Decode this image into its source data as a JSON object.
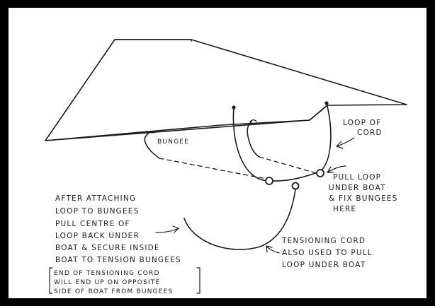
{
  "colors": {
    "frame": "#000000",
    "paper": "#ffffff",
    "ink": "#1a1a1a"
  },
  "labels": {
    "bungee": "BUNGEE",
    "loop_of_cord": [
      "LOOP OF",
      "CORD"
    ],
    "pull_loop": [
      "PULL LOOP",
      "UNDER BOAT",
      "& FIX BUNGEES",
      "HERE"
    ],
    "after_attaching": [
      "AFTER ATTACHING",
      "LOOP TO BUNGEES",
      "PULL CENTRE OF",
      "LOOP BACK UNDER",
      "BOAT & SECURE INSIDE",
      "BOAT TO TENSION BUNGEES"
    ],
    "end_note": [
      "END OF TENSIONING CORD",
      "WILL END UP ON OPPOSITE",
      "SIDE OF BOAT FROM BUNGEES"
    ],
    "tensioning_cord": [
      "TENSIONING CORD",
      "ALSO USED TO PULL",
      "LOOP UNDER BOAT"
    ]
  }
}
